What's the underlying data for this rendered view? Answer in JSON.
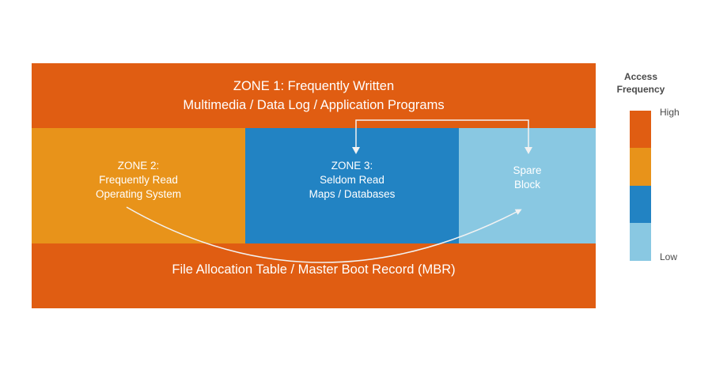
{
  "zone1": {
    "line1": "ZONE 1: Frequently Written",
    "line2": "Multimedia / Data Log / Application Programs"
  },
  "zone2": {
    "line1": "ZONE 2:",
    "line2": "Frequently Read",
    "line3": "Operating System"
  },
  "zone3": {
    "line1": "ZONE 3:",
    "line2": "Seldom Read",
    "line3": "Maps / Databases"
  },
  "spare": {
    "line1": "Spare",
    "line2": "Block"
  },
  "fat": {
    "label": "File Allocation Table / Master Boot Record (MBR)"
  },
  "legend": {
    "title_line1": "Access",
    "title_line2": "Frequency",
    "high": "High",
    "low": "Low",
    "colors": [
      "#e05d12",
      "#e8931a",
      "#2283c3",
      "#89c8e2"
    ]
  },
  "colors": {
    "arrow": "#f2f2f2",
    "legend_text": "#4a4a4a"
  }
}
